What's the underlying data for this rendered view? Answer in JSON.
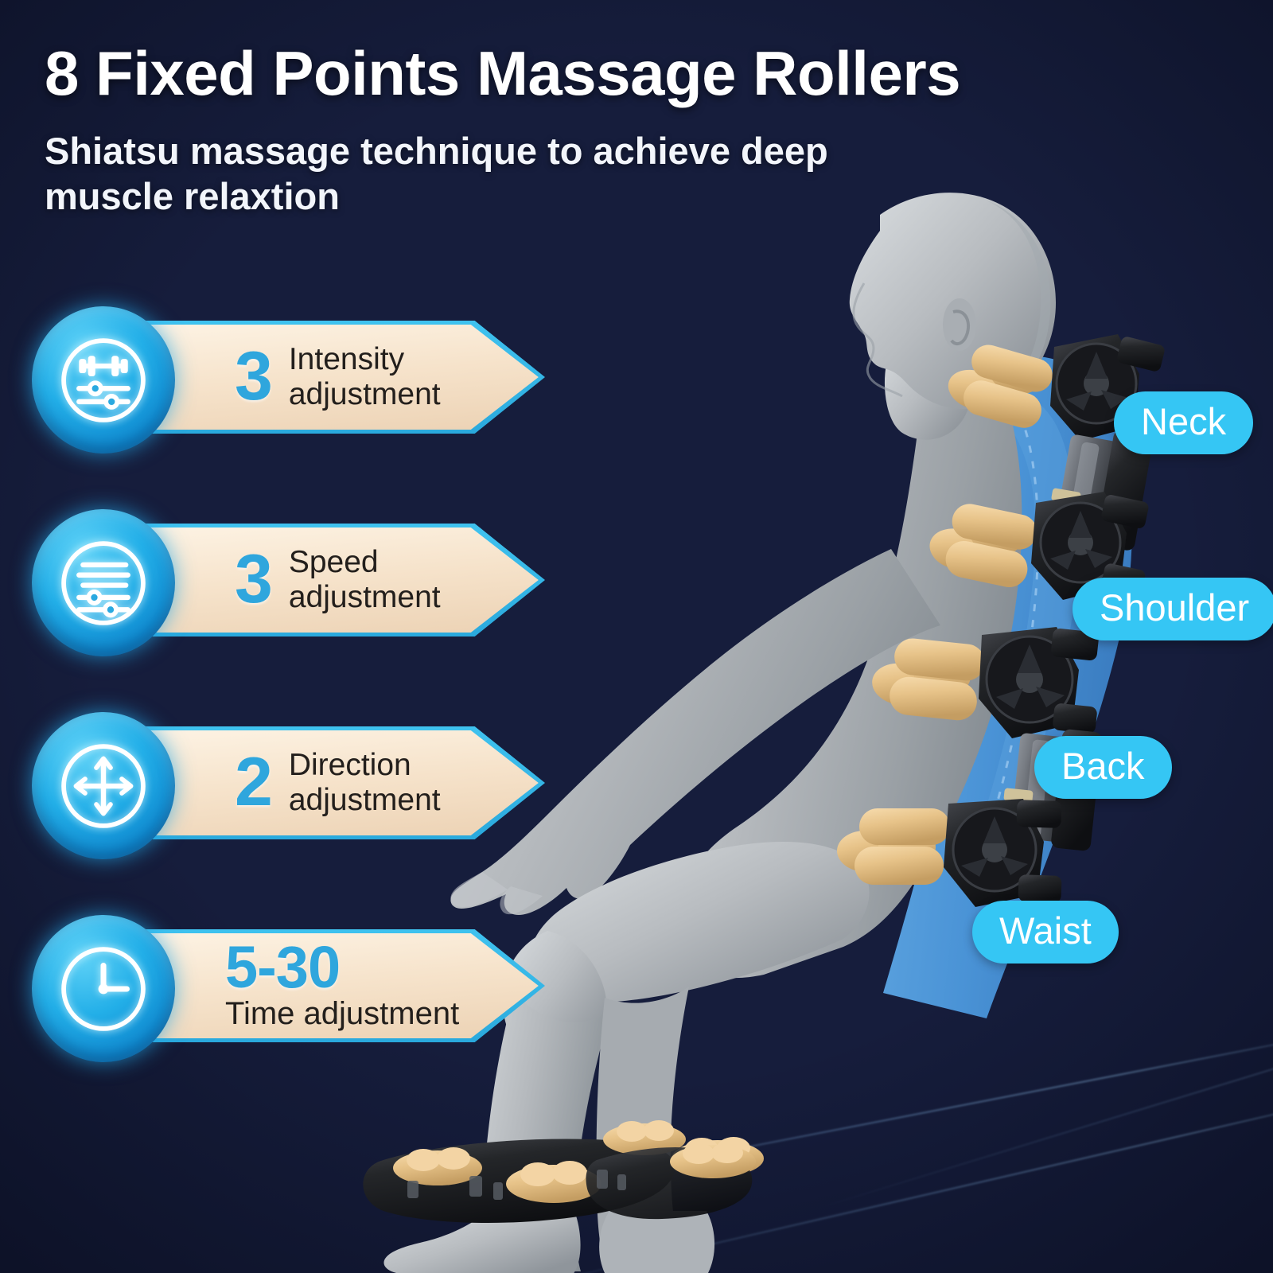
{
  "header": {
    "title": "8 Fixed Points Massage Rollers",
    "subtitle": "Shiatsu massage technique to achieve deep muscle relaxtion"
  },
  "features": [
    {
      "icon": "dumbbell-sliders-icon",
      "value": "3",
      "label_line1": "Intensity",
      "label_line2": "adjustment",
      "layout": "inline"
    },
    {
      "icon": "speed-sliders-icon",
      "value": "3",
      "label_line1": "Speed",
      "label_line2": "adjustment",
      "layout": "inline"
    },
    {
      "icon": "four-way-arrows-icon",
      "value": "2",
      "label_line1": "Direction",
      "label_line2": "adjustment",
      "layout": "inline"
    },
    {
      "icon": "clock-icon",
      "value": "5-30",
      "label_line1": "Time adjustment",
      "label_line2": "",
      "layout": "stacked"
    }
  ],
  "body_part_labels": [
    {
      "name": "neck",
      "text": "Neck"
    },
    {
      "name": "shoulder",
      "text": "Shoulder"
    },
    {
      "name": "back",
      "text": "Back"
    },
    {
      "name": "waist",
      "text": "Waist"
    }
  ],
  "colors": {
    "background_navy": "#1a2246",
    "accent_cyan": "#35c6f4",
    "badge_blue": "#23afe8",
    "number_blue": "#2fa6dd",
    "banner_cream": "#f6e3cb",
    "label_dark": "#231f1c",
    "title_white": "#ffffff",
    "roller_gold": "#e8c48c",
    "mechanism_black": "#1b1b1f",
    "backrest_blue": "#4a96d8",
    "mannequin_grey": "#b9bdc1"
  }
}
